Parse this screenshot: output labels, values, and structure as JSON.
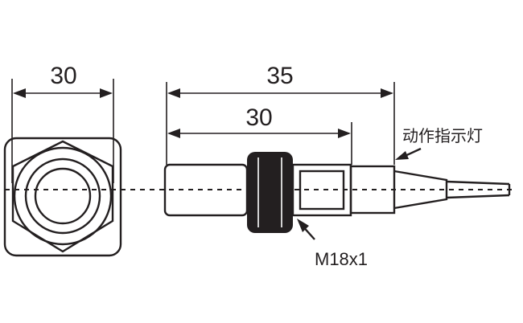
{
  "diagram": {
    "front_view": {
      "dimension_label": "30"
    },
    "side_view": {
      "overall_dimension_label": "35",
      "thread_length_label": "30",
      "thread_callout": "M18x1",
      "indicator_callout": "动作指示灯"
    },
    "colors": {
      "line": "#231f20",
      "nut_fill": "#231f20",
      "background": "#ffffff"
    }
  }
}
